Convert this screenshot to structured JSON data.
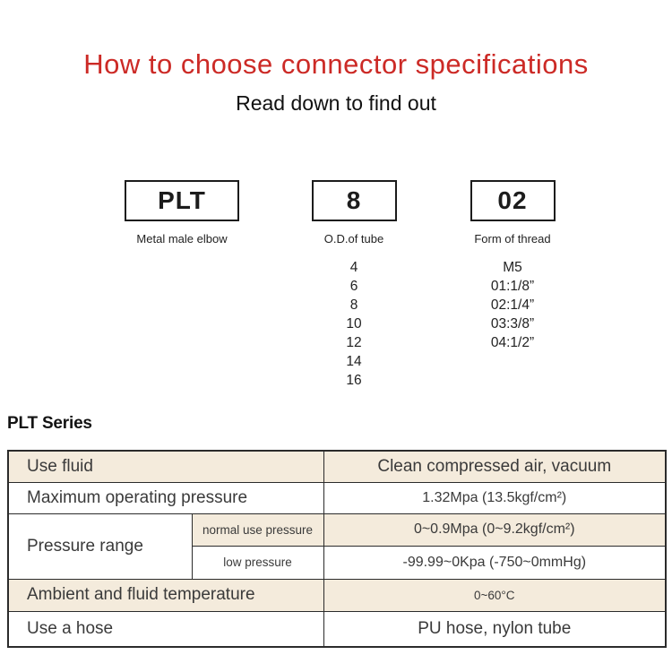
{
  "header": {
    "title": "How to choose connector specifications",
    "subtitle": "Read down to find out"
  },
  "selector": {
    "columns": [
      {
        "code": "PLT",
        "label": "Metal male elbow",
        "options": []
      },
      {
        "code": "8",
        "label": "O.D.of tube",
        "options": [
          "4",
          "6",
          "8",
          "10",
          "12",
          "14",
          "16"
        ]
      },
      {
        "code": "02",
        "label": "Form of thread",
        "options": [
          "M5",
          "01:1/8”",
          "02:1/4”",
          "03:3/8”",
          "04:1/2”"
        ]
      }
    ]
  },
  "series": {
    "heading": "PLT Series"
  },
  "spec_table": {
    "rows": [
      {
        "label": "Use fluid",
        "value": "Clean compressed air, vacuum"
      },
      {
        "label": "Maximum operating pressure",
        "value": "1.32Mpa (13.5kgf/cm²)"
      },
      {
        "label": "Pressure range",
        "sub_rows": [
          {
            "label": "normal use pressure",
            "value": "0~0.9Mpa (0~9.2kgf/cm²)"
          },
          {
            "label": "low pressure",
            "value": "-99.99~0Kpa (-750~0mmHg)"
          }
        ]
      },
      {
        "label": "Ambient and fluid temperature",
        "value": "0~60°C"
      },
      {
        "label": "Use a hose",
        "value": "PU hose, nylon tube"
      }
    ]
  },
  "colors": {
    "accent_red": "#cc2a26",
    "row_beige": "#f4ebdc",
    "border": "#2b2b2b"
  }
}
